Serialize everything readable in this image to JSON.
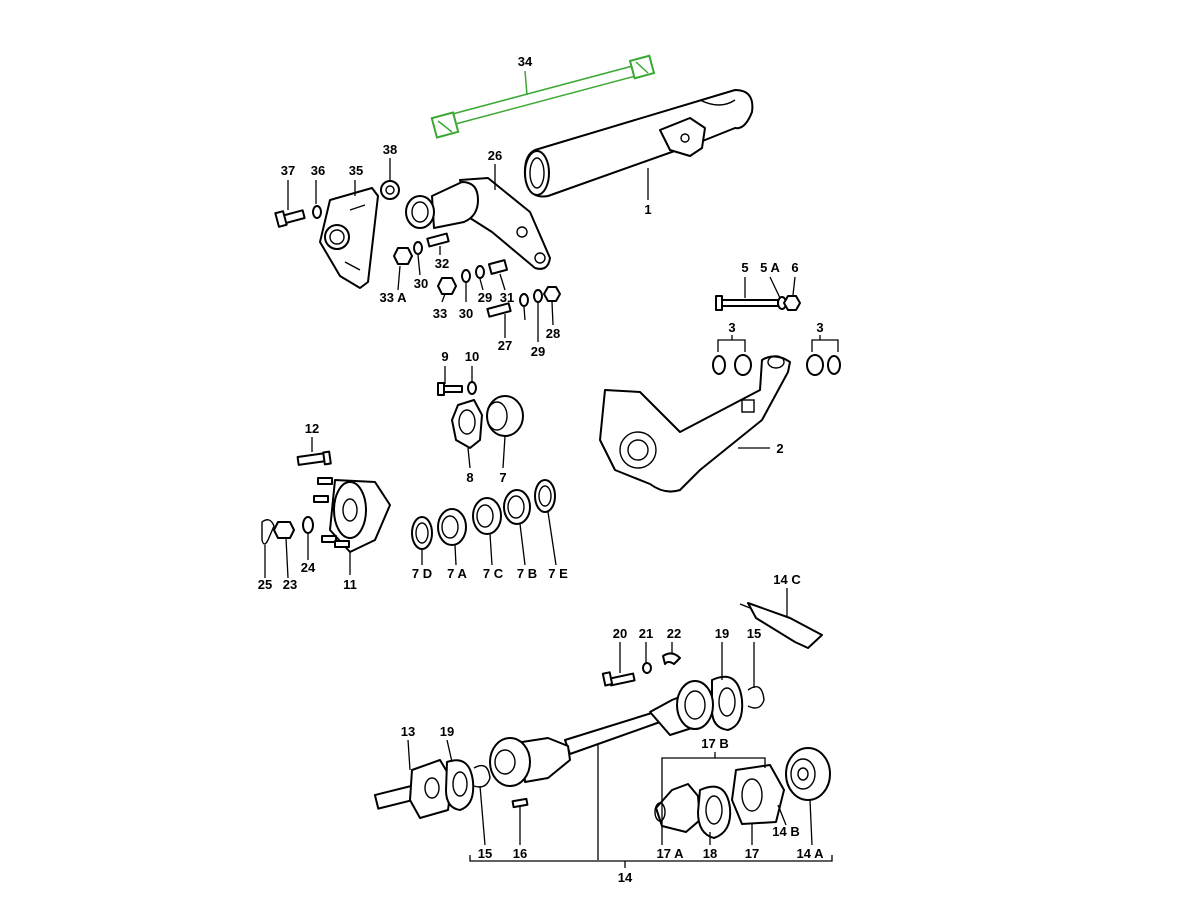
{
  "accent_color": "#3aa832",
  "line_color": "#000000",
  "background": "#ffffff",
  "callouts": {
    "c1": "1",
    "c2": "2",
    "c3a": "3",
    "c3b": "3",
    "c5": "5",
    "c5a": "5 A",
    "c6": "6",
    "c7": "7",
    "c7a": "7 A",
    "c7b": "7 B",
    "c7c": "7 C",
    "c7d": "7 D",
    "c7e": "7 E",
    "c8": "8",
    "c9": "9",
    "c10": "10",
    "c11": "11",
    "c12": "12",
    "c13": "13",
    "c14": "14",
    "c14a": "14 A",
    "c14b": "14 B",
    "c14c": "14 C",
    "c15a": "15",
    "c15b": "15",
    "c16": "16",
    "c17": "17",
    "c17a": "17 A",
    "c17b": "17 B",
    "c18": "18",
    "c19a": "19",
    "c19b": "19",
    "c20": "20",
    "c21": "21",
    "c22": "22",
    "c23": "23",
    "c24": "24",
    "c25": "25",
    "c26": "26",
    "c27": "27",
    "c28": "28",
    "c29a": "29",
    "c29b": "29",
    "c30a": "30",
    "c30b": "30",
    "c31": "31",
    "c32": "32",
    "c33": "33",
    "c33a": "33 A",
    "c34": "34",
    "c35": "35",
    "c36": "36",
    "c37": "37",
    "c38": "38"
  }
}
